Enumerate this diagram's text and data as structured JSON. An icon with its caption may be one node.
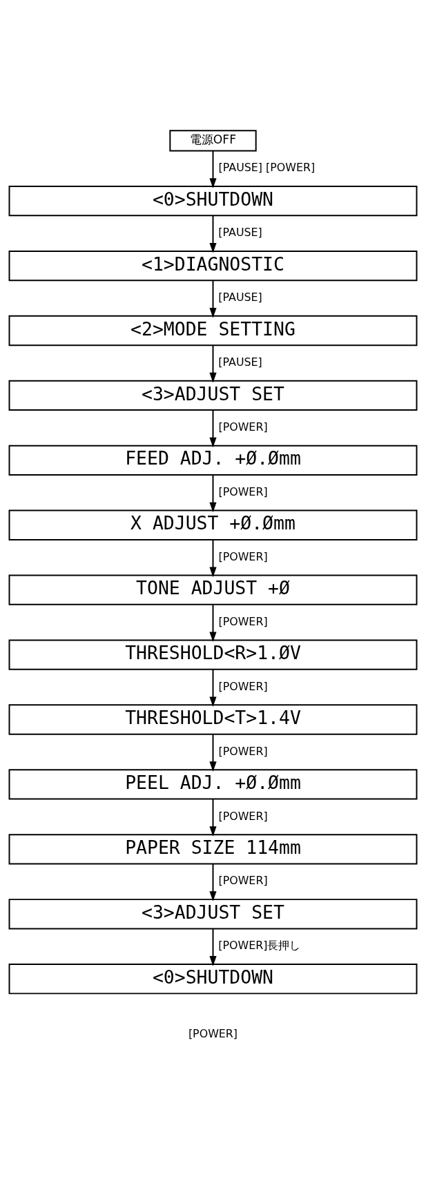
{
  "diagram": {
    "nodes": [
      {
        "text": [
          "電源OFF"
        ]
      },
      {
        "text": [
          "<0>SHUTDOWN"
        ]
      },
      {
        "text": [
          "<1>DIAGNOSTIC"
        ]
      },
      {
        "text": [
          "<2>MODE SETTING"
        ]
      },
      {
        "text": [
          "<3>ADJUST SET"
        ]
      },
      {
        "text": [
          "FEED ADJ. +Ø.Ømm"
        ]
      },
      {
        "text": [
          "X ADJUST +Ø.Ømm"
        ]
      },
      {
        "text": [
          "TONE ADJUST +Ø"
        ]
      },
      {
        "text": [
          "THRESHOLD<R>1.ØV"
        ]
      },
      {
        "text": [
          "THRESHOLD<T>1.4V"
        ]
      },
      {
        "text": [
          "PEEL ADJ. +Ø.Ømm"
        ]
      },
      {
        "text": [
          "PAPER SIZE 114mm"
        ]
      },
      {
        "text": [
          "<3>ADJUST SET"
        ]
      },
      {
        "text": [
          "<0>SHUTDOWN"
        ]
      }
    ],
    "edges": [
      {
        "from": 0,
        "to": 1,
        "arrow": "to",
        "label": "[PAUSE] [POWER]"
      },
      {
        "from": 1,
        "to": 2,
        "arrow": "to",
        "label": "[PAUSE]"
      },
      {
        "from": 2,
        "to": 3,
        "arrow": "to",
        "label": "[PAUSE]"
      },
      {
        "from": 3,
        "to": 4,
        "arrow": "to",
        "label": "[PAUSE]"
      },
      {
        "from": 4,
        "to": 5,
        "arrow": "to",
        "label": "[POWER]"
      },
      {
        "from": 5,
        "to": 6,
        "arrow": "to",
        "label": "[POWER]"
      },
      {
        "from": 6,
        "to": 7,
        "arrow": "to",
        "label": "[POWER]"
      },
      {
        "from": 7,
        "to": 8,
        "arrow": "to",
        "label": "[POWER]"
      },
      {
        "from": 8,
        "to": 9,
        "arrow": "to",
        "label": "[POWER]"
      },
      {
        "from": 9,
        "to": 10,
        "arrow": "to",
        "label": "[POWER]"
      },
      {
        "from": 10,
        "to": 11,
        "arrow": "to",
        "label": "[POWER]"
      },
      {
        "from": 11,
        "to": 12,
        "arrow": "to",
        "label": "[POWER]"
      },
      {
        "from": 12,
        "to": 13,
        "arrow": "to",
        "label": "[POWER]長押し"
      }
    ],
    "labels": [
      "[POWER]"
    ]
  }
}
